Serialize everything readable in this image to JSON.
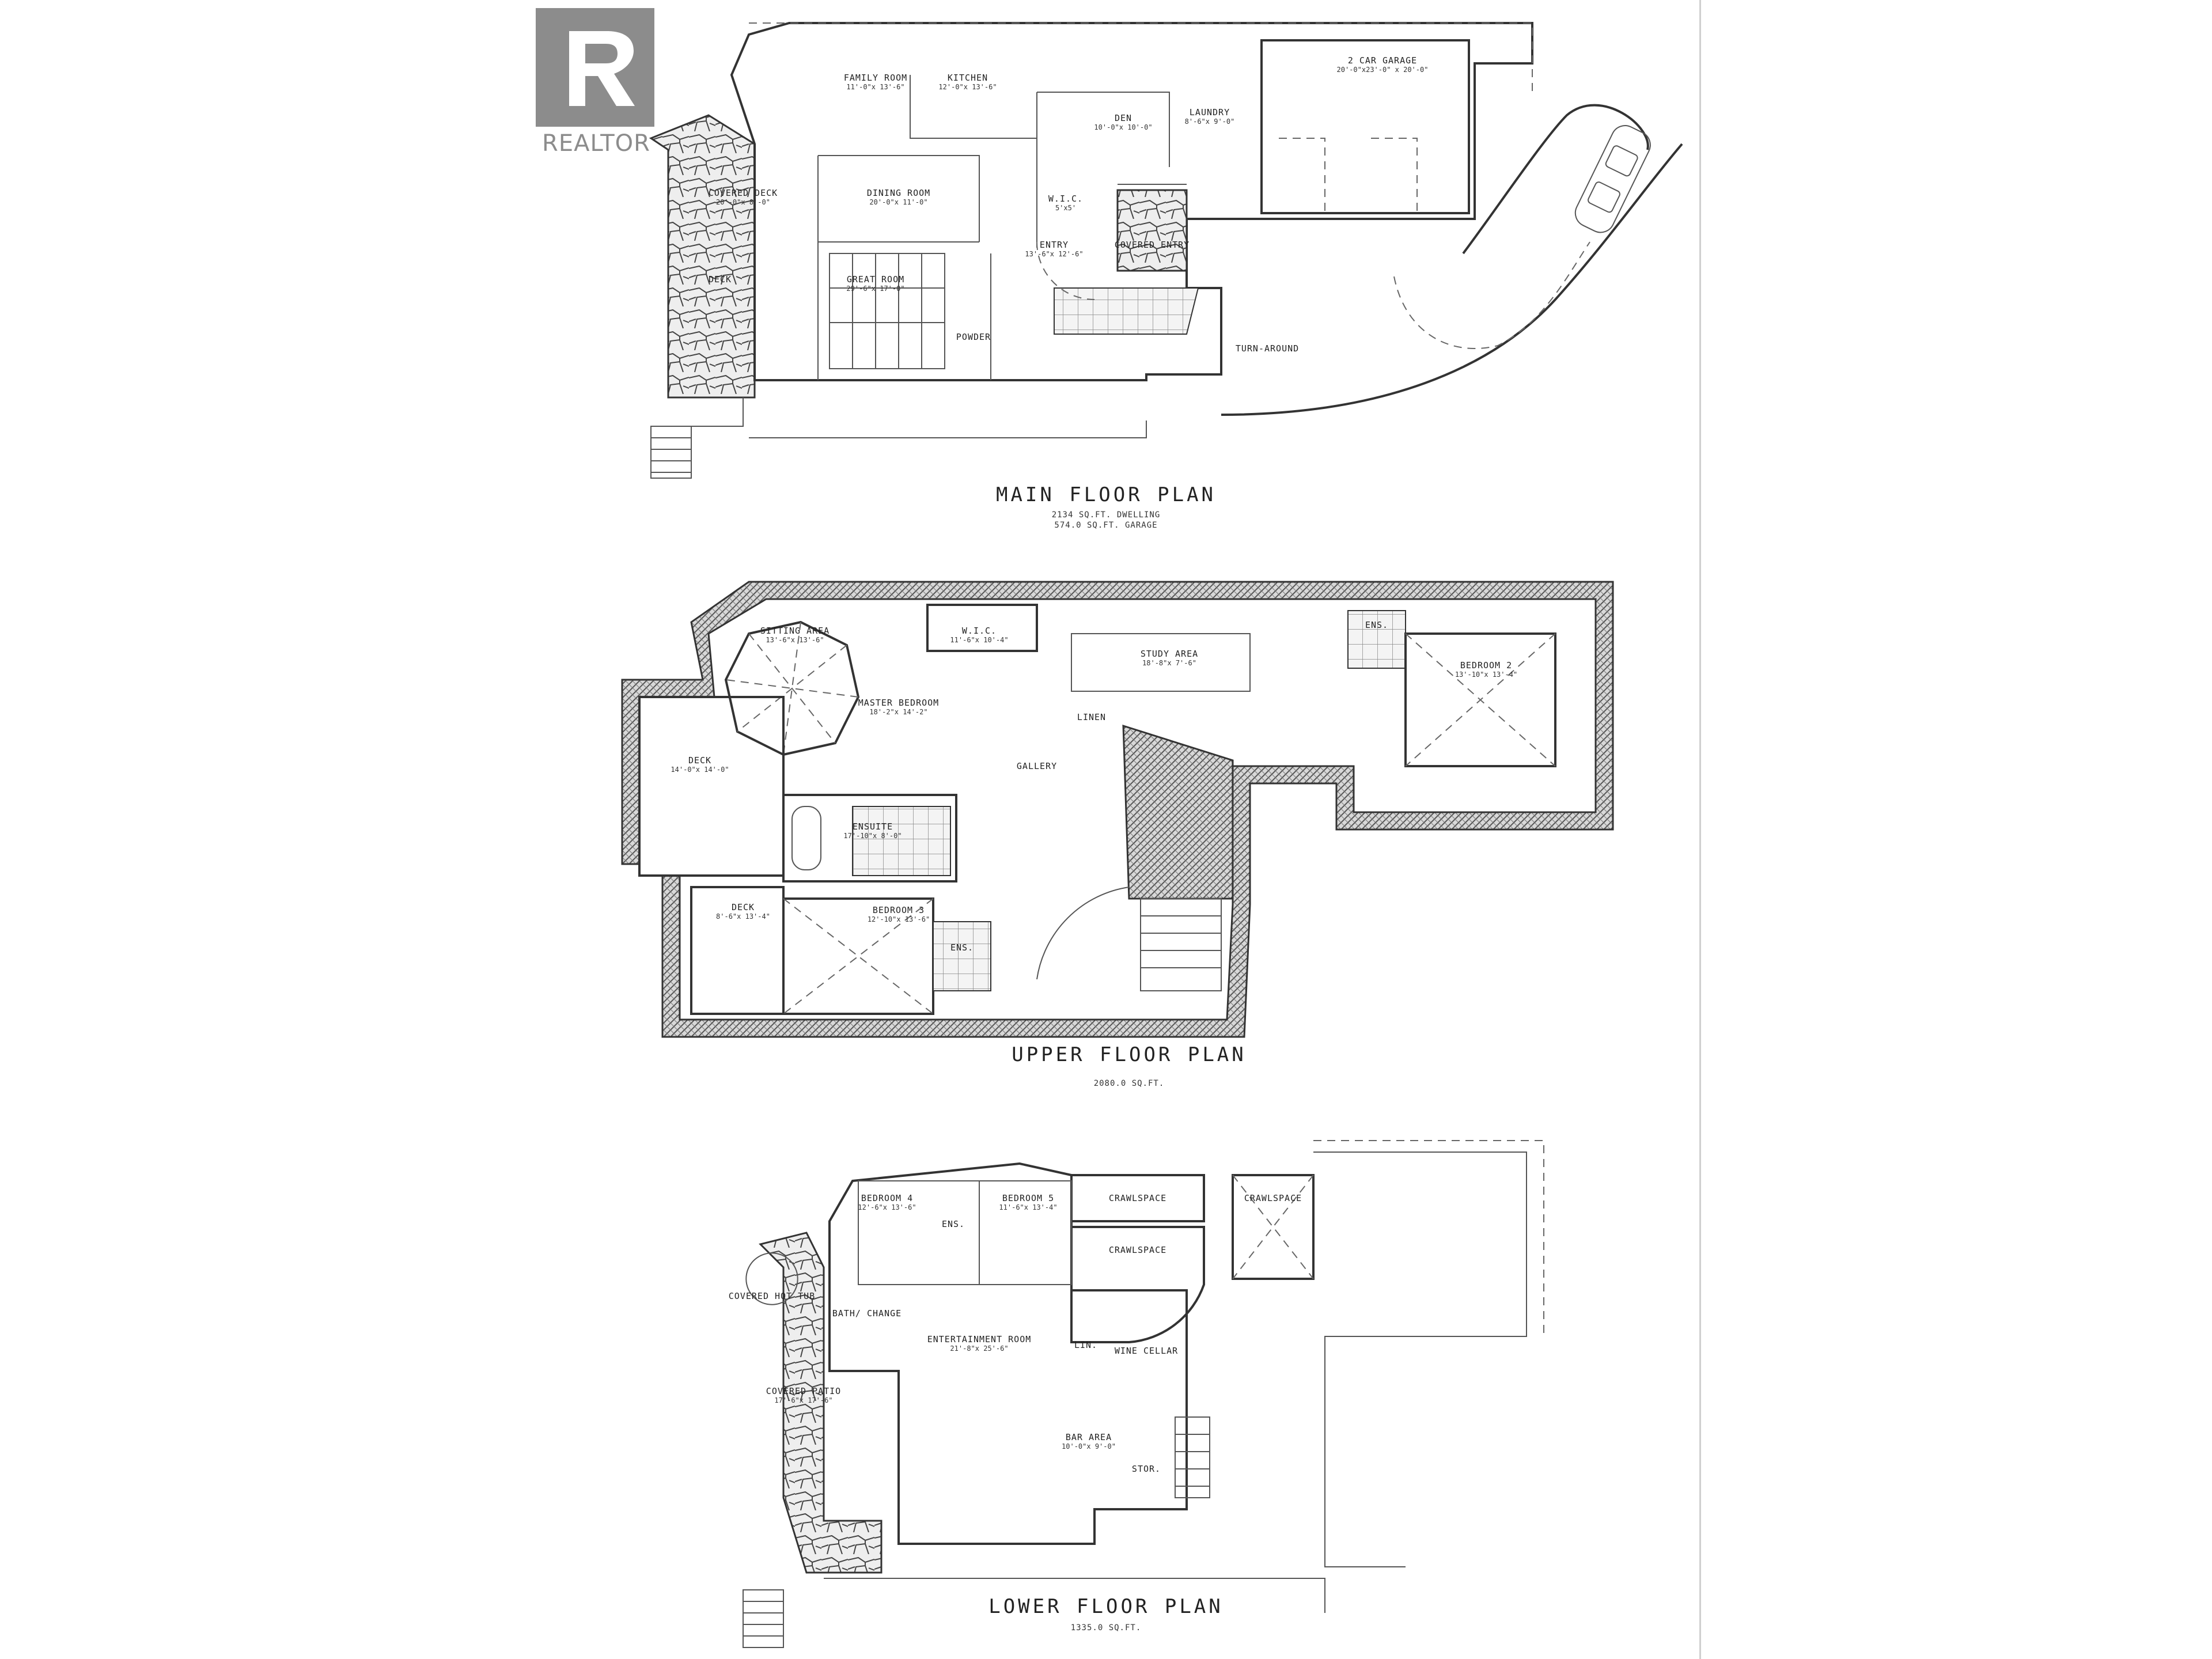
{
  "watermark": {
    "brand": "REALTOR",
    "icon": "realtor-r-logo"
  },
  "main_floor": {
    "title": "MAIN FLOOR PLAN",
    "area_lines": [
      "2134 SQ.FT. DWELLING",
      "574.0 SQ.FT. GARAGE"
    ],
    "rooms": [
      {
        "name": "FAMILY ROOM",
        "dim": "11'-0\"x 13'-6\""
      },
      {
        "name": "KITCHEN",
        "dim": "12'-0\"x 13'-6\""
      },
      {
        "name": "2 CAR GARAGE",
        "dim": "20'-0\"x23'-0\" x 20'-0\""
      },
      {
        "name": "DEN",
        "dim": "10'-0\"x 10'-0\""
      },
      {
        "name": "LAUNDRY",
        "dim": "8'-6\"x 9'-0\""
      },
      {
        "name": "COVERED DECK",
        "dim": "20'-0\"x 8'-0\""
      },
      {
        "name": "DINING ROOM",
        "dim": "20'-0\"x 11'-0\""
      },
      {
        "name": "W.I.C.",
        "dim": "5'x5'"
      },
      {
        "name": "ENTRY",
        "dim": "13'-6\"x 12'-6\""
      },
      {
        "name": "COVERED ENTRY",
        "dim": ""
      },
      {
        "name": "DECK",
        "dim": ""
      },
      {
        "name": "GREAT ROOM",
        "dim": "29'-6\"x 17'-0\""
      },
      {
        "name": "POWDER",
        "dim": ""
      },
      {
        "name": "TURN-AROUND",
        "dim": ""
      }
    ]
  },
  "upper_floor": {
    "title": "UPPER FLOOR PLAN",
    "area_lines": [
      "2080.0 SQ.FT."
    ],
    "rooms": [
      {
        "name": "SITTING AREA",
        "dim": "13'-6\"x 13'-6\""
      },
      {
        "name": "W.I.C.",
        "dim": "11'-6\"x 10'-4\""
      },
      {
        "name": "STUDY AREA",
        "dim": "18'-8\"x 7'-6\""
      },
      {
        "name": "ENS.",
        "dim": ""
      },
      {
        "name": "BEDROOM 2",
        "dim": "13'-10\"x 13'-4\""
      },
      {
        "name": "MASTER BEDROOM",
        "dim": "18'-2\"x 14'-2\""
      },
      {
        "name": "LINEN",
        "dim": ""
      },
      {
        "name": "DECK",
        "dim": "14'-0\"x 14'-0\""
      },
      {
        "name": "GALLERY",
        "dim": ""
      },
      {
        "name": "ENSUITE",
        "dim": "17'-10\"x 8'-0\""
      },
      {
        "name": "DECK",
        "dim": "8'-6\"x 13'-4\""
      },
      {
        "name": "BEDROOM 3",
        "dim": "12'-10\"x 13'-6\""
      },
      {
        "name": "ENS.",
        "dim": ""
      }
    ]
  },
  "lower_floor": {
    "title": "LOWER FLOOR PLAN",
    "area_lines": [
      "1335.0 SQ.FT."
    ],
    "rooms": [
      {
        "name": "BEDROOM 4",
        "dim": "12'-6\"x 13'-6\""
      },
      {
        "name": "ENS.",
        "dim": ""
      },
      {
        "name": "BEDROOM 5",
        "dim": "11'-6\"x 13'-4\""
      },
      {
        "name": "CRAWLSPACE",
        "dim": ""
      },
      {
        "name": "CRAWLSPACE",
        "dim": ""
      },
      {
        "name": "CRAWLSPACE",
        "dim": ""
      },
      {
        "name": "COVERED HOT TUB",
        "dim": ""
      },
      {
        "name": "BATH/ CHANGE",
        "dim": ""
      },
      {
        "name": "ENTERTAINMENT ROOM",
        "dim": "21'-8\"x 25'-6\""
      },
      {
        "name": "LIN.",
        "dim": ""
      },
      {
        "name": "WINE CELLAR",
        "dim": ""
      },
      {
        "name": "COVERED PATIO",
        "dim": "17'-6\"x 17'-6\""
      },
      {
        "name": "BAR AREA",
        "dim": "10'-0\"x 9'-0\""
      },
      {
        "name": "STOR.",
        "dim": ""
      }
    ]
  }
}
